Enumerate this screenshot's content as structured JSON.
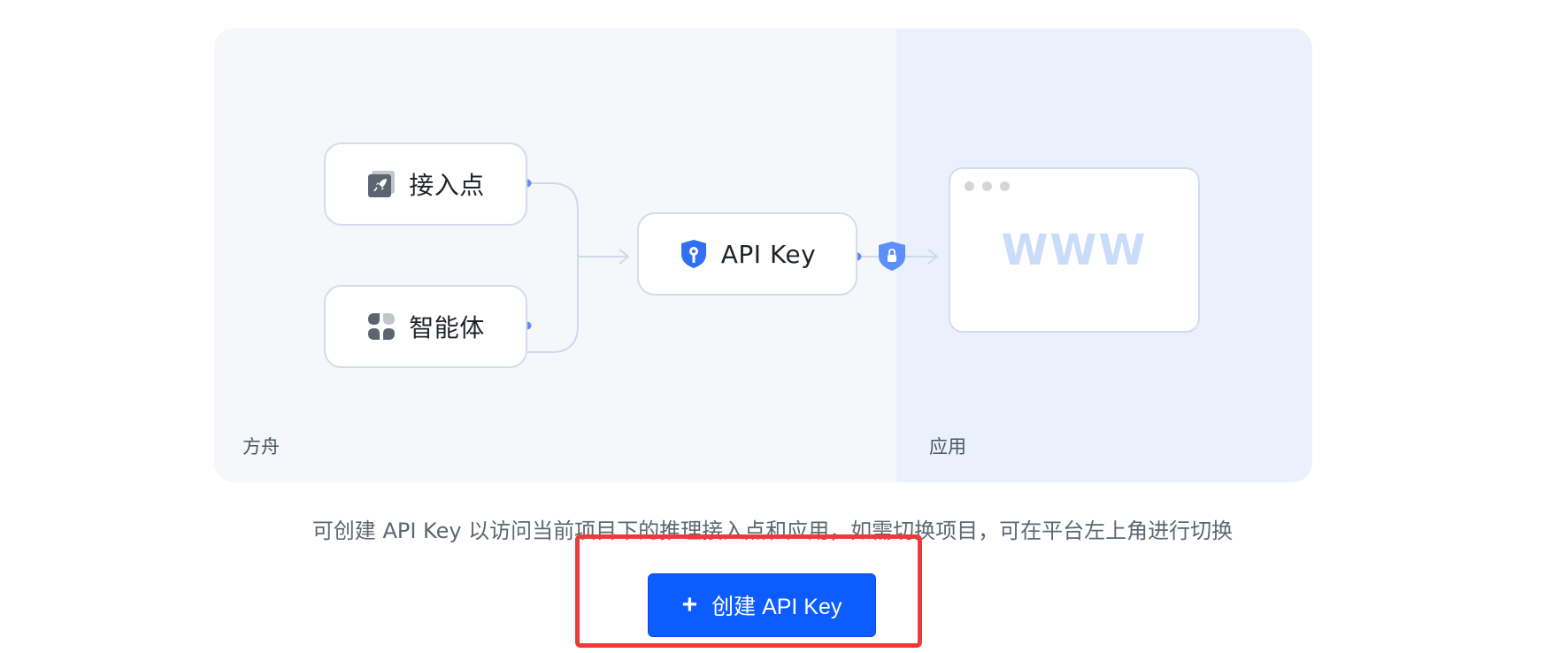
{
  "diagram": {
    "left_zone_label": "方舟",
    "right_zone_label": "应用",
    "endpoint_label": "接入点",
    "agent_label": "智能体",
    "api_key_label": "API Key",
    "browser_text": "WWW"
  },
  "description": "可创建 API Key 以访问当前项目下的推理接入点和应用，如需切换项目，可在平台左上角进行切换",
  "create_button": {
    "icon": "plus-icon",
    "label": "创建 API Key"
  },
  "colors": {
    "primary": "#0d5cff",
    "highlight": "#ef3a3a",
    "accent_blue": "#3b82f6"
  }
}
